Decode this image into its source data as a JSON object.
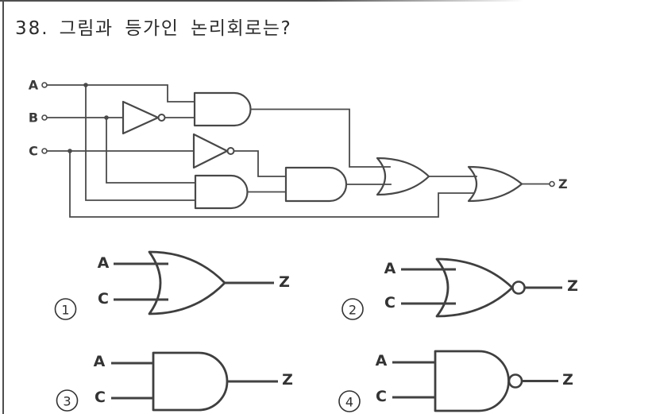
{
  "question": {
    "number": "38.",
    "text": "그림과 등가인 논리회로는?"
  },
  "circuit": {
    "inputs": {
      "a": "A",
      "b": "B",
      "c": "C"
    },
    "output": "Z",
    "gates": [
      "NOT-on-B",
      "NOT-on-C",
      "AND",
      "AND",
      "AND",
      "OR",
      "OR"
    ]
  },
  "options": [
    {
      "number": "1",
      "gate": "OR",
      "input_top": "A",
      "input_bottom": "C",
      "output": "Z"
    },
    {
      "number": "2",
      "gate": "NOR",
      "input_top": "A",
      "input_bottom": "C",
      "output": "Z"
    },
    {
      "number": "3",
      "gate": "AND",
      "input_top": "A",
      "input_bottom": "C",
      "output": "Z"
    },
    {
      "number": "4",
      "gate": "NAND",
      "input_top": "A",
      "input_bottom": "C",
      "output": "Z"
    }
  ],
  "colors": {
    "stroke": "#4a4a4a",
    "text": "#2e2e2e",
    "background": "#ffffff"
  }
}
